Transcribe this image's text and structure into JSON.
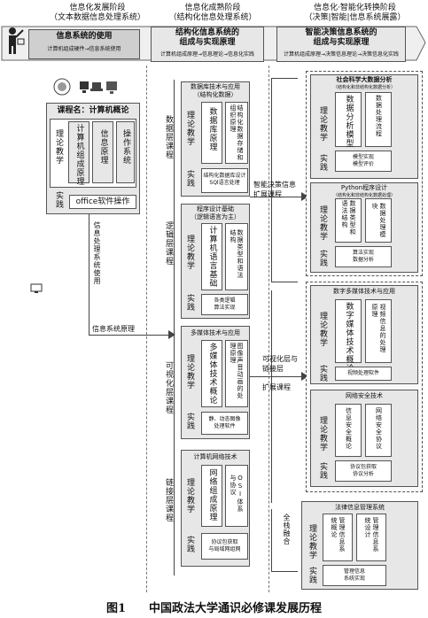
{
  "stages": [
    {
      "title": "信息化发展阶段",
      "sub": "（文本数据信息处理系统）"
    },
    {
      "title": "信息化成熟阶段",
      "sub": "（结构化信息处理系统）"
    },
    {
      "title": "信息化·智能化转换阶段",
      "sub": "（决策|智能|信息系统展露）"
    }
  ],
  "top_boxes": [
    {
      "title": "信息系统的使用",
      "sub": "计算机组成硬件→信息系统使用"
    },
    {
      "title": "结构化信息系统的\n组成与实现原理",
      "sub": "计算机组成原理→信息理论→信息化实践"
    },
    {
      "title": "智能决策信息系统的\n组成与实现原理",
      "sub": "计算机组成原理→决策信息理论→决策信息化实践"
    }
  ],
  "course": {
    "name": "课程名：计算机概论",
    "theory": "理论教学",
    "topics": [
      "计算机组成原理",
      "信息原理",
      "操作系统"
    ],
    "practice": "实践",
    "practice_item": "office软件操作"
  },
  "arrow_left_v": "信息处理系统使用",
  "arrow_left_h": "信息系统原理",
  "layers": {
    "data": "数据层课程",
    "logic": "逻辑层课程",
    "visual": "可视化层课程",
    "link": "链接层课程"
  },
  "mid": {
    "db": {
      "title": "数据库技术与应用\n（结构化数据）",
      "theory": "理论教学",
      "c1": "数据库原理",
      "c2": "结构化数据存储和组织原理",
      "practice": "实践",
      "p": "结构化数据库设计\nSQl语言处理"
    },
    "prog": {
      "title": "程序设计基础\n（逻辑语言为主）",
      "theory": "理论教学",
      "c1": "计算机语言基础",
      "c2": "数据类型和语法结构",
      "practice": "实践",
      "p": "各类逻辑\n算法实现"
    },
    "mm": {
      "title": "多媒体技术与应用",
      "theory": "理论教学",
      "c1": "多媒体技术概论",
      "c2": "图像声音动画的处理原理",
      "practice": "实践",
      "p": "静、动态图像\n处理软件"
    },
    "net": {
      "title": "计算机网络技术",
      "theory": "理论教学",
      "c1": "网络组成原理",
      "c2": "OSI体系与协议",
      "practice": "实践",
      "p": "协议包获取\n与局域网组网"
    }
  },
  "mid_arrows": {
    "a1": "智能决策信息\n扩展课程",
    "a2": "可视化层与\n链接层",
    "a2b": "扩展课程",
    "a3": "全栈融合"
  },
  "right": {
    "ds": {
      "title": "社会科学大数据分析",
      "sub": "（结构化和非结构化数据分析）",
      "theory": "理论教学",
      "c1": "数据分析模型",
      "c2": "数据处理流程",
      "practice": "实践",
      "p": "模型实现\n模型评价"
    },
    "py": {
      "title": "Python程序设计",
      "sub": "（结构化和非结构化数据处理）",
      "theory": "理论教学",
      "c1": "数据类型和语法结构",
      "c2": "数据处理模块",
      "practice": "实践",
      "p": "算法实现\n数据分析"
    },
    "dmm": {
      "title": "数字多媒体技术与应用",
      "theory": "理论教学",
      "c1": "数字媒体技术概论",
      "c2": "视频信息的处理原理",
      "practice": "实践",
      "p": "视频处理软件"
    },
    "sec": {
      "title": "网络安全技术",
      "theory": "理论教学",
      "c1": "信息安全概论",
      "c2": "网络安全协议",
      "practice": "实践",
      "p": "协议包获取\n协议分析"
    },
    "law": {
      "title": "法律信息管理系统",
      "theory": "理论教学",
      "c1": "管理信息系统概论",
      "c2": "管理信息系统设计",
      "practice": "实践",
      "p": "管理信息\n系统实现"
    }
  },
  "caption": "图1　　中国政法大学通识必修课发展历程",
  "icons": [
    "person-presenting-icon",
    "computer-icon",
    "laptop-icon",
    "monitor-icon",
    "badge-logo-icon"
  ],
  "colors": {
    "line": "#555555",
    "gray": "#cfcfcf",
    "light_gray": "#e7e7e7"
  }
}
